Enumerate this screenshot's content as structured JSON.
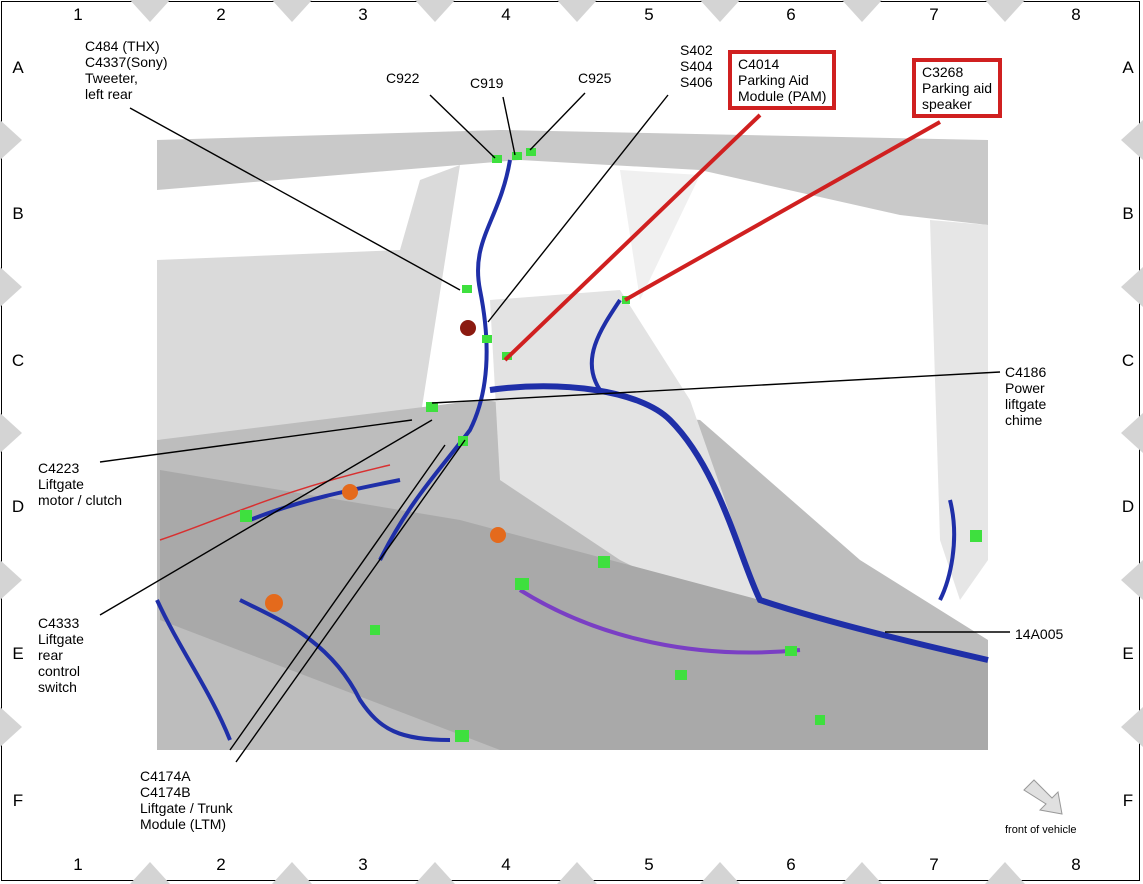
{
  "grid": {
    "columns": [
      "1",
      "2",
      "3",
      "4",
      "5",
      "6",
      "7",
      "8"
    ],
    "rows": [
      "A",
      "B",
      "C",
      "D",
      "E",
      "F"
    ]
  },
  "callouts": {
    "tweeter": [
      "C484 (THX)",
      "C4337(Sony)",
      "Tweeter,",
      "left rear"
    ],
    "c922": "C922",
    "c919": "C919",
    "c925": "C925",
    "splices": [
      "S402",
      "S404",
      "S406"
    ],
    "pam": [
      "C4014",
      "Parking Aid",
      "Module (PAM)"
    ],
    "speaker": [
      "C3268",
      "Parking aid",
      "speaker"
    ],
    "chime": [
      "C4186",
      "Power",
      "liftgate",
      "chime"
    ],
    "motor": [
      "C4223",
      "Liftgate",
      "motor / clutch"
    ],
    "switch": [
      "C4333",
      "Liftgate",
      "rear",
      "control",
      "switch"
    ],
    "ltm": [
      "C4174A",
      "C4174B",
      "Liftgate / Trunk",
      "Module (LTM)"
    ],
    "harness": "14A005"
  },
  "orientation": {
    "label": "front of vehicle",
    "icon": "arrow-down-right-icon"
  },
  "colors": {
    "highlight": "#d02020",
    "wire": "#1f2fa8",
    "connector": "#3ee03e"
  }
}
